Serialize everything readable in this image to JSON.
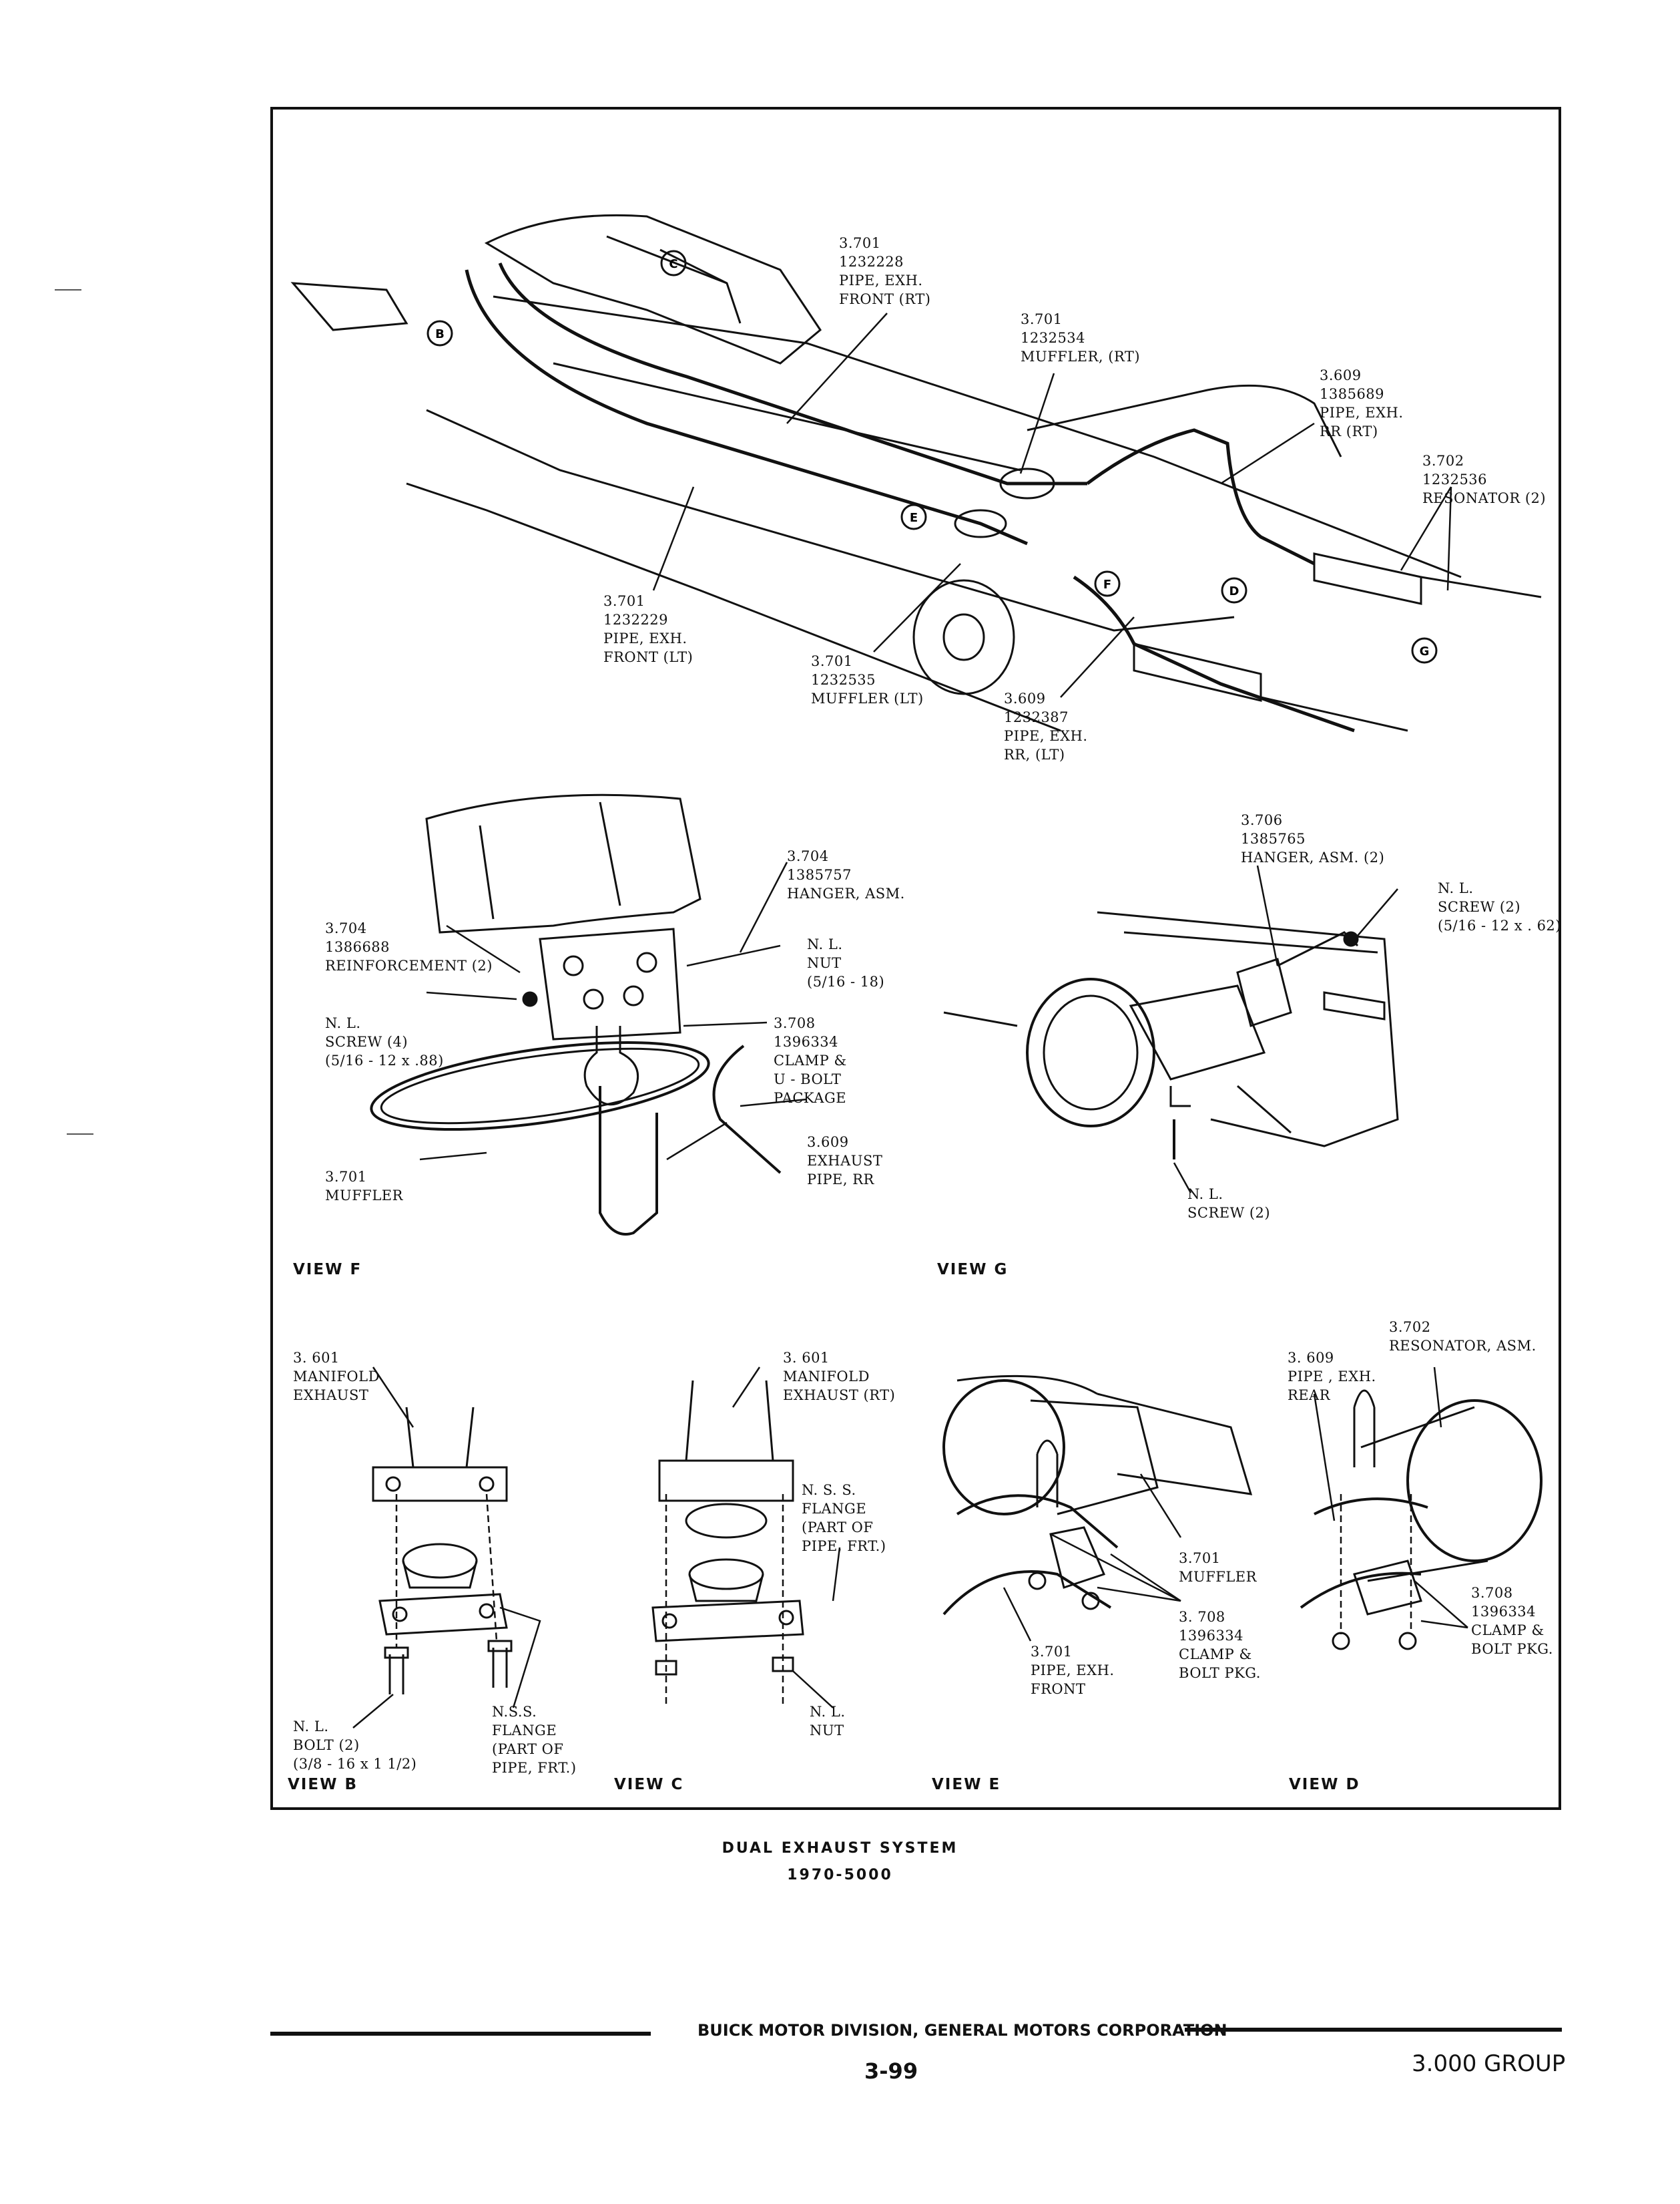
{
  "main_view": {
    "callouts": {
      "front_rt": "3.701\n1232228\nPIPE, EXH.\nFRONT (RT)",
      "muffler_rt": "3.701\n1232534\nMUFFLER, (RT)",
      "rr_rt": "3.609\n1385689\nPIPE, EXH.\nRR (RT)",
      "resonator": "3.702\n1232536\nRESONATOR (2)",
      "front_lt": "3.701\n1232229\nPIPE, EXH.\nFRONT (LT)",
      "muffler_lt": "3.701\n1232535\nMUFFLER (LT)",
      "rr_lt": "3.609\n1232387\nPIPE, EXH.\nRR, (LT)"
    },
    "view_markers": [
      "B",
      "C",
      "E",
      "F",
      "D",
      "G"
    ]
  },
  "view_f": {
    "label": "VIEW F",
    "callouts": {
      "hanger": "3.704\n1385757\nHANGER, ASM.",
      "reinforcement": "3.704\n1386688\nREINFORCEMENT (2)",
      "nut": "N. L.\nNUT\n(5/16 - 18)",
      "screw": "N. L.\nSCREW (4)\n(5/16 - 12 x .88)",
      "clamp": "3.708\n1396334\nCLAMP &\nU - BOLT\nPACKAGE",
      "pipe": "3.609\nEXHAUST\nPIPE, RR",
      "muffler": "3.701\nMUFFLER"
    }
  },
  "view_g": {
    "label": "VIEW G",
    "callouts": {
      "hanger": "3.706\n1385765\nHANGER, ASM. (2)",
      "screw_top": "N. L.\nSCREW (2)\n(5/16 - 12 x . 62)",
      "screw_bottom": "N. L.\nSCREW (2)"
    }
  },
  "view_b": {
    "label": "VIEW B",
    "callouts": {
      "manifold": "3. 601\nMANIFOLD\nEXHAUST",
      "bolt": "N. L.\nBOLT (2)\n(3/8 - 16 x 1 1/2)",
      "flange": "N.S.S.\nFLANGE\n(PART OF\nPIPE, FRT.)"
    }
  },
  "view_c": {
    "label": "VIEW C",
    "callouts": {
      "manifold": "3. 601\nMANIFOLD\nEXHAUST (RT)",
      "flange": "N. S. S.\nFLANGE\n(PART OF\nPIPE, FRT.)",
      "nut": "N. L.\nNUT"
    }
  },
  "view_e": {
    "label": "VIEW E",
    "callouts": {
      "muffler": "3.701\nMUFFLER",
      "clamp": "3. 708\n1396334\nCLAMP &\nBOLT PKG.",
      "pipe": "3.701\nPIPE, EXH.\nFRONT"
    }
  },
  "view_d": {
    "label": "VIEW D",
    "callouts": {
      "resonator": "3.702\nRESONATOR, ASM.",
      "pipe": "3. 609\nPIPE , EXH.\nREAR",
      "clamp": "3.708\n1396334\nCLAMP &\nBOLT PKG."
    }
  },
  "caption": {
    "title": "DUAL EXHAUST SYSTEM",
    "subtitle": "1970-5000"
  },
  "footer": {
    "company": "BUICK MOTOR DIVISION, GENERAL MOTORS CORPORATION",
    "page": "3-99",
    "group": "3.000 GROUP"
  }
}
